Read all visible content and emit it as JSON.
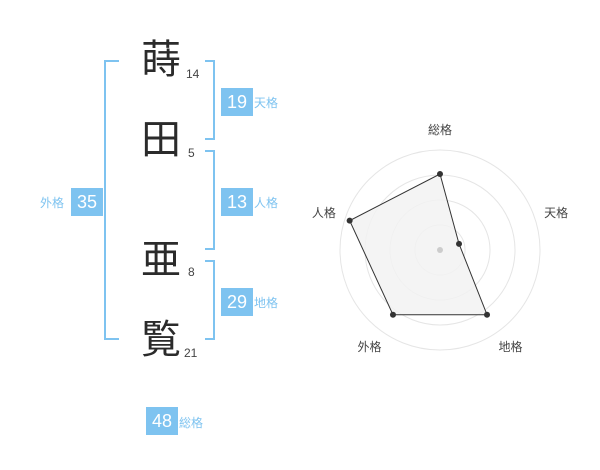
{
  "name": {
    "characters": [
      {
        "char": "蒔",
        "strokes": "14"
      },
      {
        "char": "田",
        "strokes": "5"
      },
      {
        "char": "亜",
        "strokes": "8"
      },
      {
        "char": "覧",
        "strokes": "21"
      }
    ]
  },
  "fortunes": {
    "tenkaku": {
      "label": "天格",
      "value": "19"
    },
    "jinkaku": {
      "label": "人格",
      "value": "13"
    },
    "chikaku": {
      "label": "地格",
      "value": "29"
    },
    "gaikaku": {
      "label": "外格",
      "value": "35"
    },
    "soukaku": {
      "label": "総格",
      "value": "48"
    }
  },
  "radar": {
    "axes": [
      "総格",
      "天格",
      "地格",
      "外格",
      "人格"
    ],
    "levels": 4,
    "values": [
      0.76,
      0.2,
      0.8,
      0.8,
      0.95
    ],
    "colors": {
      "grid": "#e5e5e5",
      "fill": "#f2f2f2",
      "line": "#333333",
      "point": "#333333",
      "center": "#cccccc"
    }
  },
  "colors": {
    "accent": "#7ec3f0"
  }
}
